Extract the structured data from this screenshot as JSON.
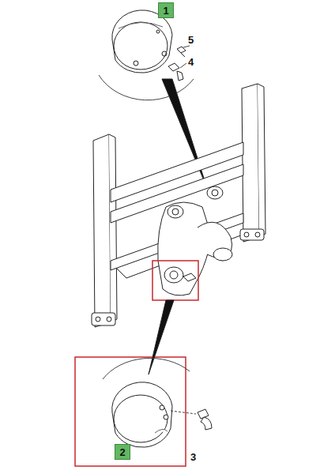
{
  "diagram": {
    "nodes": [
      {
        "text": [
          "1"
        ]
      },
      {
        "text": [
          "2"
        ]
      }
    ],
    "labels": [
      "5",
      "4",
      "3"
    ]
  }
}
